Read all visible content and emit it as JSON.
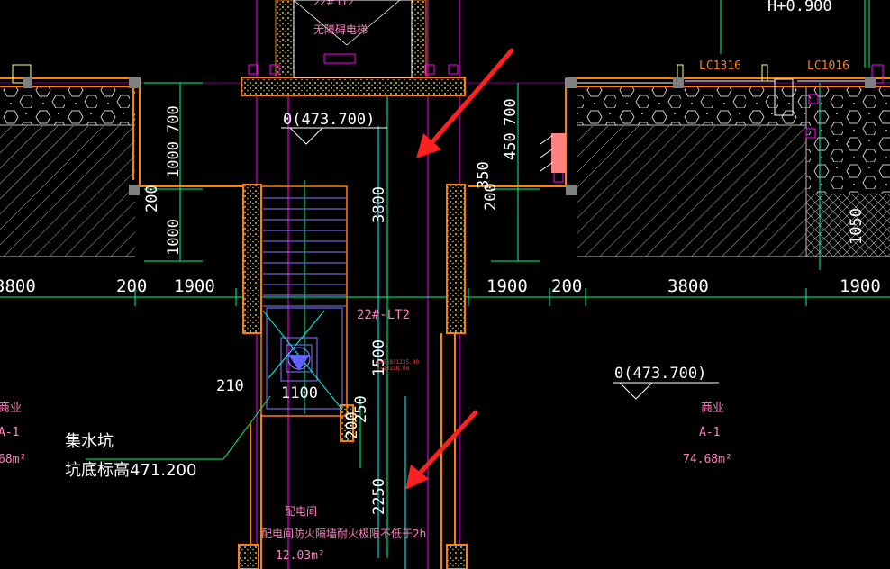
{
  "labels": {
    "elevator_name": "无障碍电梯",
    "elevator_code": "22#-LT2",
    "elevator_code_partial": "22# LT2",
    "lc1316": "LC1316",
    "lc1016": "LC1016",
    "level_top_right": "H+0.900",
    "level_corridor": "0(473.700)",
    "level_right": "0(473.700)",
    "dim_700": "700",
    "dim_1000a": "1000",
    "dim_1000b": "1000",
    "dim_200_left": "200",
    "dim_450": "450",
    "dim_700_right": "700",
    "dim_3800_vert": "3800",
    "dim_350": "350",
    "dim_200_mid": "200",
    "dim_1050": "1050",
    "dim_3800_left": "3800",
    "dim_200_bottom_left": "200",
    "dim_1900_left": "1900",
    "dim_1900_mid": "1900",
    "dim_200_right": "200",
    "dim_3800_right": "3800",
    "dim_1900_right": "1900",
    "dim_1500": "1500",
    "dim_210": "210",
    "dim_1100": "1100",
    "dim_200_low": "200",
    "dim_250": "250",
    "dim_2250": "2250",
    "tiny_text_1": "X=56831235.00",
    "tiny_text_2": "Y=10228.00",
    "sump_title": "集水坑",
    "sump_elev": "坑底标高471.200",
    "left_room_type": "商业",
    "left_room_code": "A-1",
    "left_room_area": "68m²",
    "right_room_type": "商业",
    "right_room_code": "A-1",
    "right_room_area": "74.68m²",
    "elec_room_name": "配电间",
    "elec_room_note": "配电间防火隔墙耐火极限不低于2h",
    "elec_room_area": "12.03m²"
  },
  "colors": {
    "wall": "#ff8000",
    "dim": "#00ff80",
    "dim_text": "#ffffff",
    "axis": "#ff00ff",
    "cyan": "#00ffff",
    "stair": "#8080ff",
    "arrow": "#ff2020",
    "room_text": "#ff80c0",
    "hatch": "#c0c0c0",
    "fill_hatch": "#ffff80"
  },
  "icons": {
    "north": "triangle-level-icon",
    "drain": "drain-icon"
  }
}
